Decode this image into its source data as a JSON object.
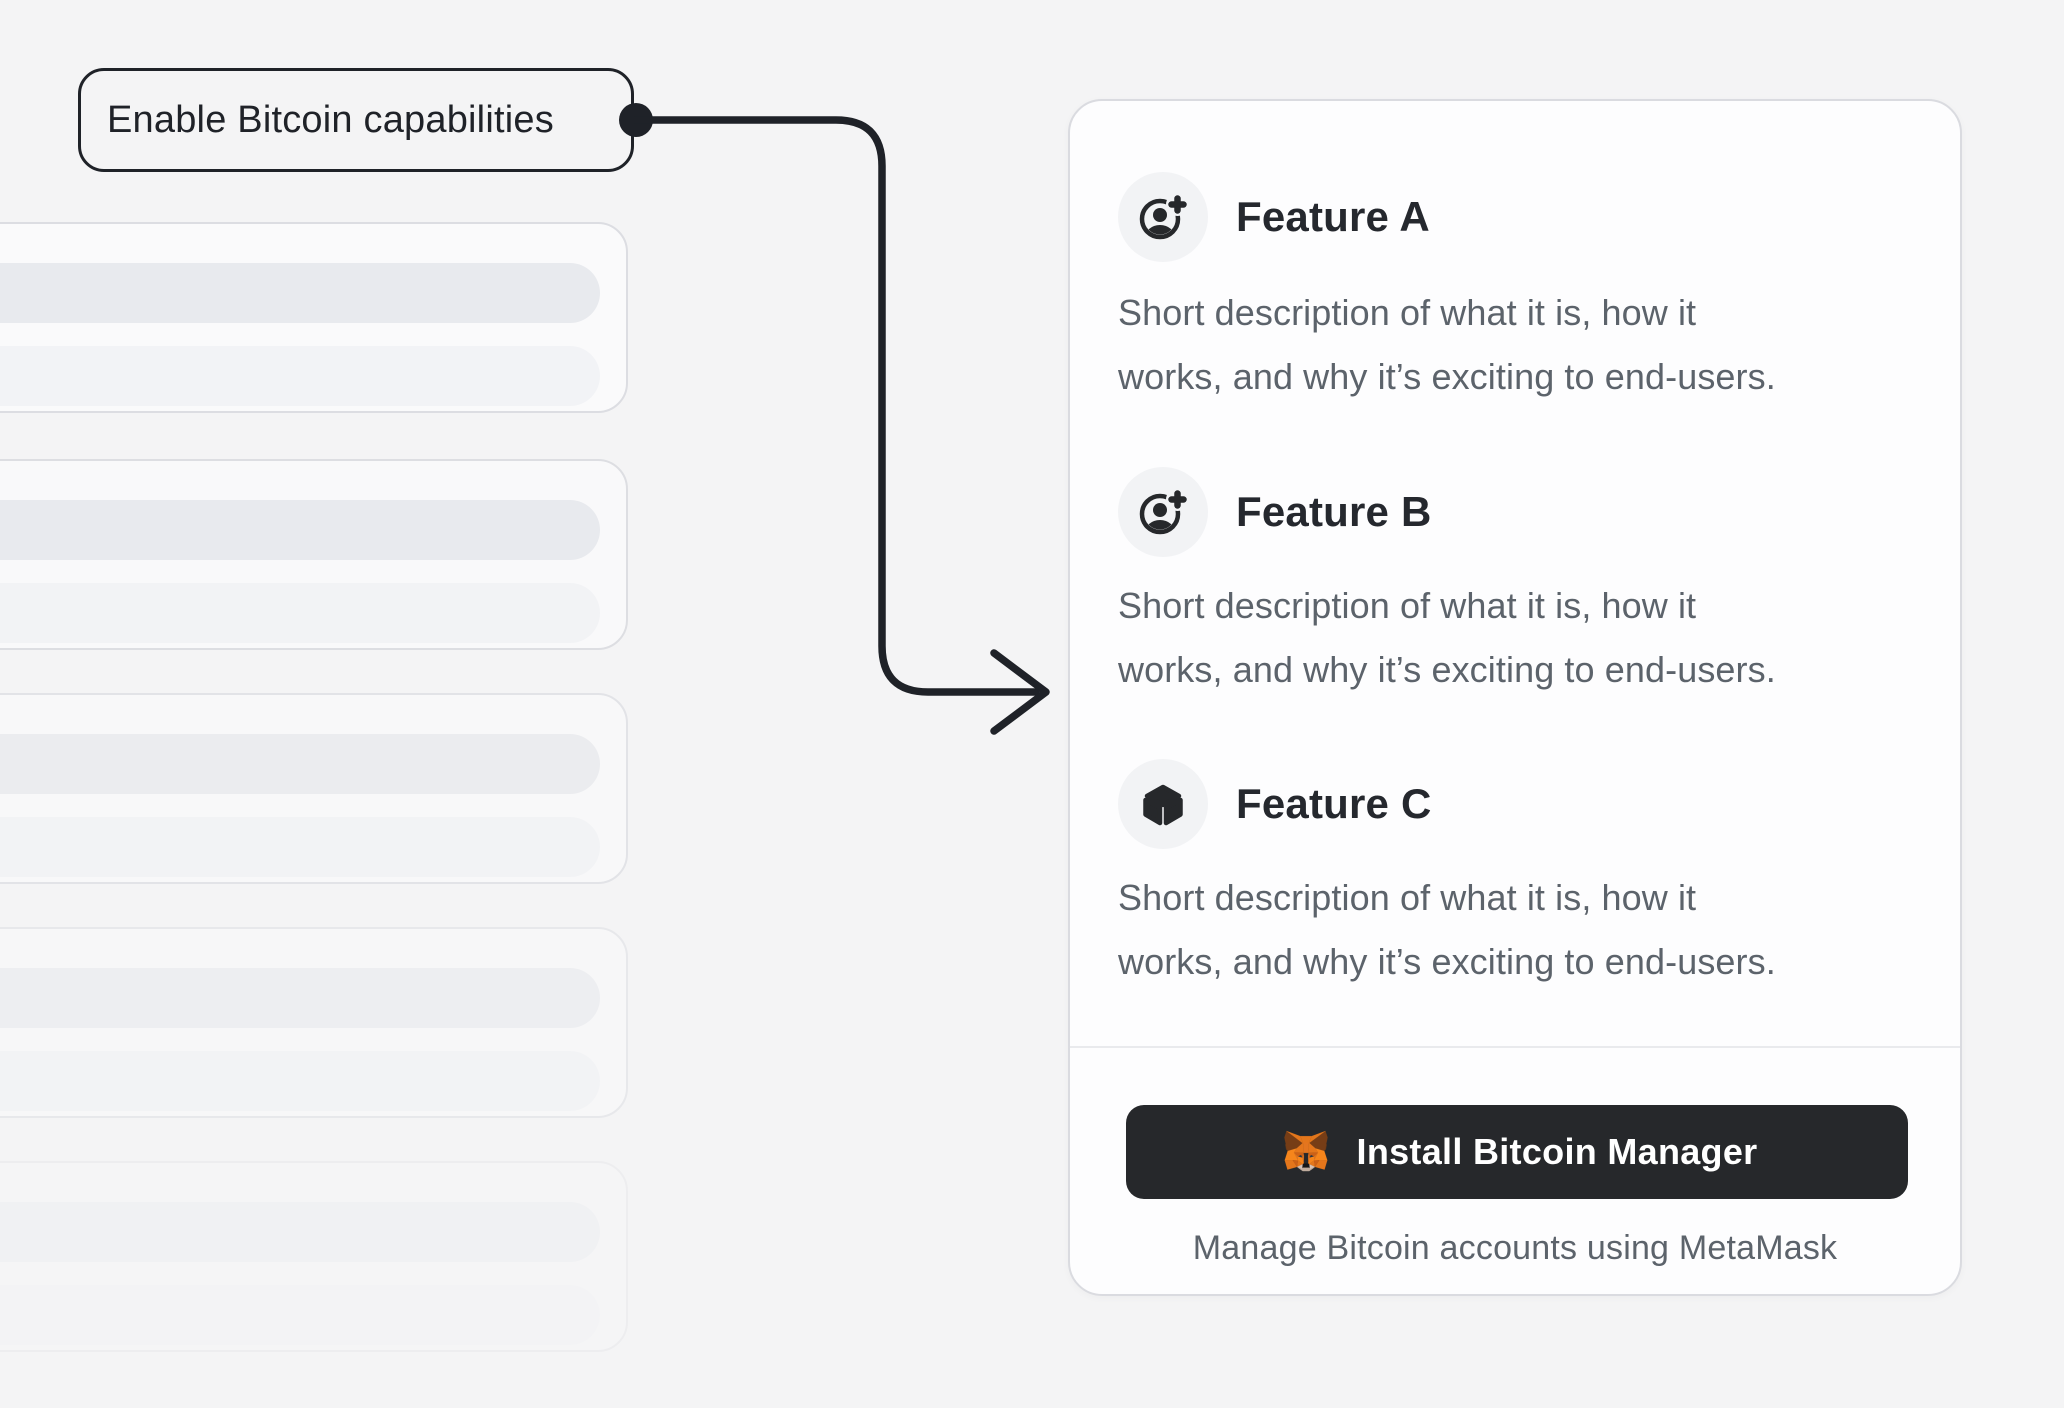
{
  "callout": {
    "label": "Enable Bitcoin capabilities"
  },
  "card": {
    "features": [
      {
        "name": "Feature A",
        "icon": "user-plus-icon",
        "description_lines": [
          "Short description of what it is, how it",
          "works, and why it’s exciting to end-users."
        ]
      },
      {
        "name": "Feature B",
        "icon": "user-plus-icon",
        "description_lines": [
          "Short description of what it is, how it",
          "works, and why it’s exciting to end-users."
        ]
      },
      {
        "name": "Feature C",
        "icon": "cube-icon",
        "description_lines": [
          "Short description of what it is, how it",
          "works, and why it’s exciting to end-users."
        ]
      }
    ],
    "install_button": {
      "label": "Install Bitcoin Manager",
      "icon": "metamask-fox-icon"
    },
    "caption": "Manage Bitcoin accounts using MetaMask"
  },
  "colors": {
    "ink": "#1f2228",
    "heading": "#25282e",
    "body_text": "#5c636b",
    "page_bg": "#f4f4f5",
    "card_bg": "#fdfdfe",
    "button_bg": "#26282b",
    "metamask_orange": "#f6851b"
  }
}
